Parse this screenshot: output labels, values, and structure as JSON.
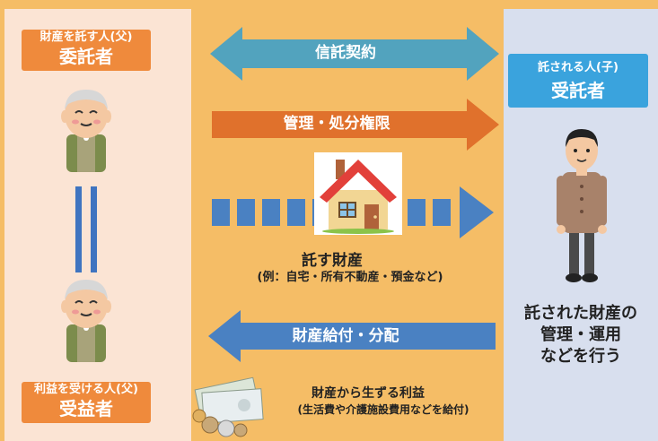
{
  "settlor": {
    "role_note": "財産を託す人(父)",
    "title": "委託者"
  },
  "beneficiary": {
    "role_note": "利益を受ける人(父)",
    "title": "受益者"
  },
  "trustee": {
    "role_note": "託される人(子)",
    "title": "受託者",
    "duty_lines": [
      "託された財産の",
      "管理・運用",
      "などを行う"
    ]
  },
  "arrows": {
    "contract": "信託契約",
    "authority": "管理・処分権限",
    "benefit": "財産給付・分配"
  },
  "property": {
    "title": "託す財産",
    "examples": "(例：自宅・所有不動産・預金など)"
  },
  "benefit_note": {
    "title": "財産から生ずる利益",
    "detail": "(生活費や介護施設費用などを給付)"
  },
  "colors": {
    "background": "#F5BD66",
    "left_panel": "#FBE4D4",
    "right_panel": "#D8DFEE",
    "settlor_tag": "#EF8A3C",
    "trustee_tag": "#3AA3DD",
    "contract_arrow": "#52A3BE",
    "authority_arrow": "#E0712C",
    "transfer_arrow": "#4A81C2",
    "benefit_arrow": "#4A81C2"
  }
}
